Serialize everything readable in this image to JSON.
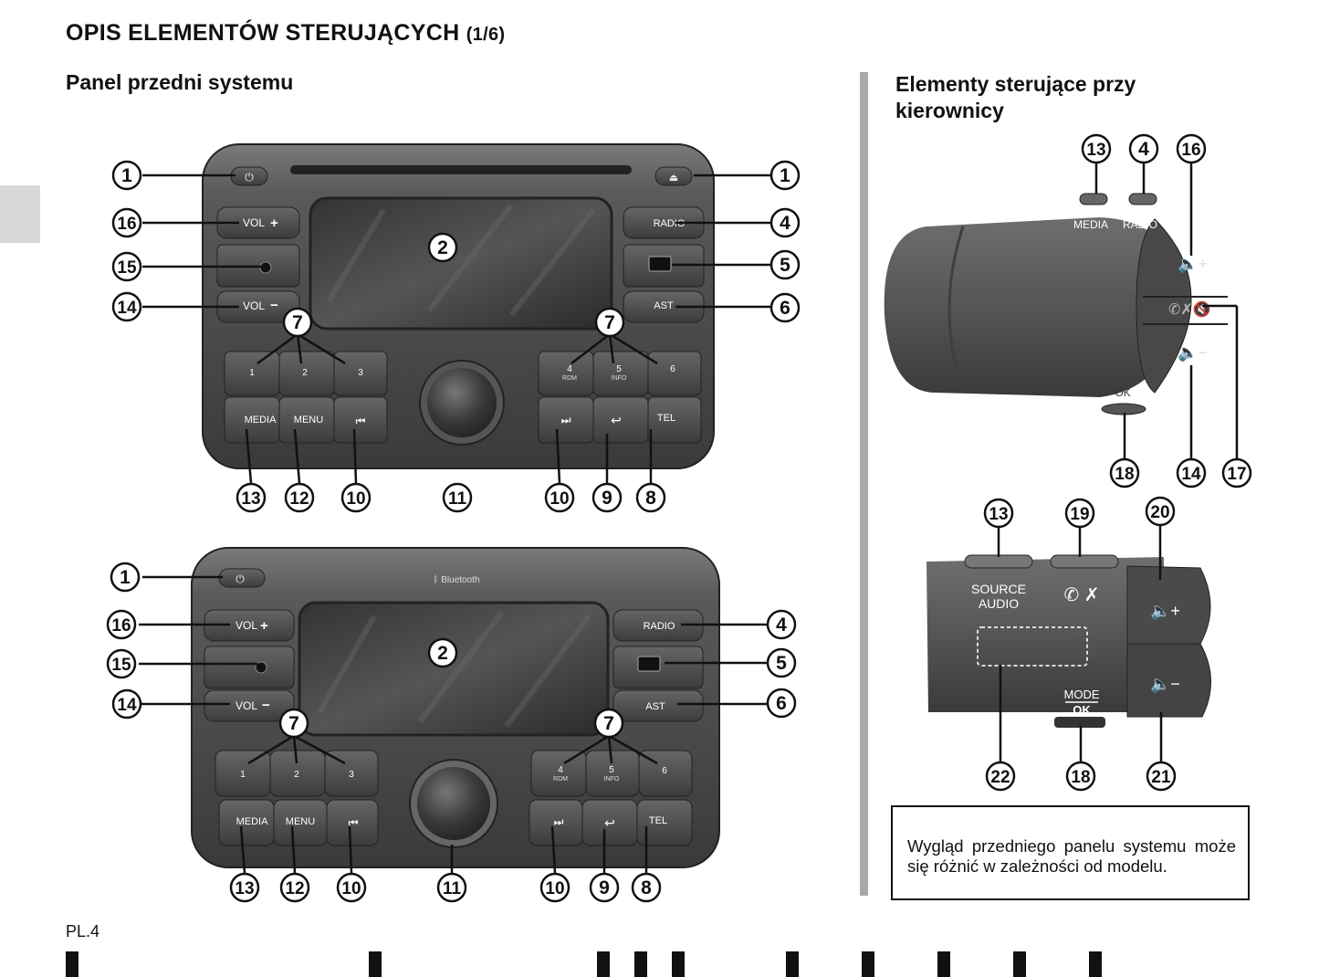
{
  "page": {
    "title": "OPIS ELEMENTÓW STERUJĄCYCH",
    "title_suffix": "(1/6)",
    "left_heading": "Panel przedni systemu",
    "right_heading_line1": "Elementy sterujące przy",
    "right_heading_line2": "kierownicy",
    "note": "Wygląd przedniego panelu systemu może się różnić w zależności od modelu.",
    "page_number": "PL.4"
  },
  "panel_labels": {
    "vol_plus": "VOL",
    "vol_minus": "VOL",
    "radio": "RADIO",
    "ast": "AST",
    "preset_1": "1",
    "preset_2": "2",
    "preset_3": "3",
    "preset_4": "4",
    "preset_4_sub": "RDM",
    "preset_5": "5",
    "preset_5_sub": "INFO",
    "preset_6": "6",
    "media": "MEDIA",
    "menu": "MENU",
    "tel": "TEL",
    "bluetooth": "Bluetooth"
  },
  "stalk_labels": {
    "media": "MEDIA",
    "radio": "RADIO",
    "ok": "OK",
    "source_line1": "SOURCE",
    "source_line2": "AUDIO",
    "mode": "MODE",
    "mode_ok": "OK"
  },
  "callouts": {
    "panel_top": [
      "1",
      "1",
      "16",
      "2",
      "4",
      "15",
      "5",
      "14",
      "6",
      "7",
      "7",
      "13",
      "12",
      "10",
      "11",
      "10",
      "9",
      "8"
    ],
    "panel_bottom": [
      "1",
      "16",
      "2",
      "4",
      "15",
      "5",
      "14",
      "6",
      "7",
      "7",
      "13",
      "12",
      "10",
      "11",
      "10",
      "9",
      "8"
    ],
    "stalk_top": [
      "13",
      "4",
      "16",
      "18",
      "14",
      "17"
    ],
    "stalk_bottom": [
      "13",
      "19",
      "20",
      "22",
      "18",
      "21"
    ]
  }
}
